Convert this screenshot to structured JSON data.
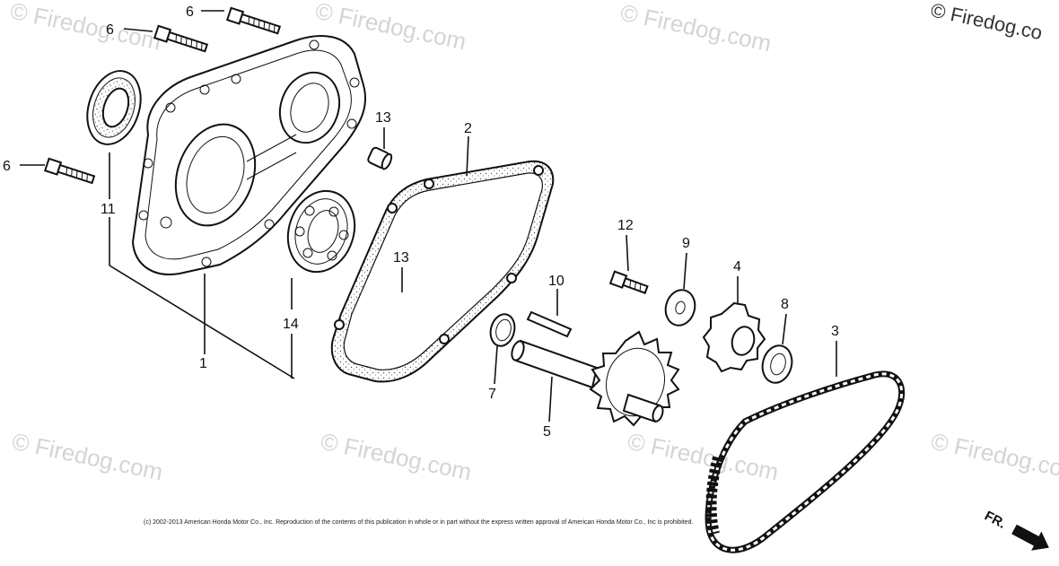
{
  "diagram": {
    "callouts": [
      "6",
      "6",
      "6",
      "11",
      "1",
      "13",
      "13",
      "2",
      "14",
      "12",
      "9",
      "4",
      "8",
      "3",
      "10",
      "7",
      "5"
    ],
    "watermarks": [
      "© Firedog.com",
      "© Firedog.com",
      "© Firedog.com",
      "© Firedog.co",
      "© Firedog.com",
      "© Firedog.com",
      "© Firedog.com",
      "© Firedog.co"
    ],
    "copyright": "(c) 2002-2013 American Honda Motor Co., Inc. Reproduction of the contents of this publication in whole or in part without the express written approval of American Honda Motor Co., Inc is prohibited.",
    "front_marker": "FR.",
    "colors": {
      "ink": "#111111",
      "watermark": "#d4d4d4",
      "paper": "#ffffff"
    }
  }
}
